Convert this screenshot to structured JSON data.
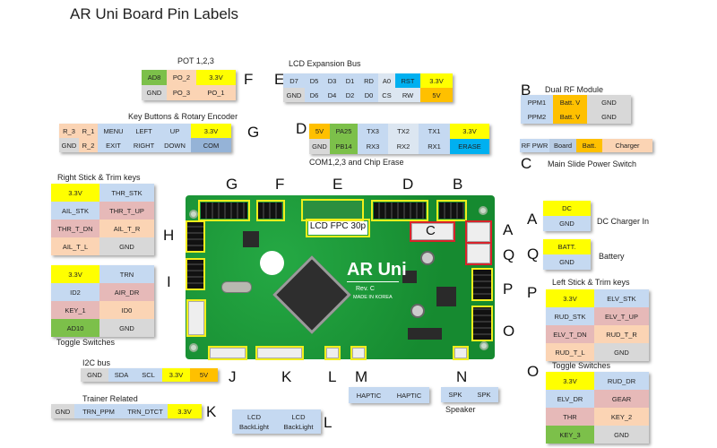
{
  "title": "AR Uni Board Pin Labels",
  "board": {
    "name": "AR Uni",
    "revision": "Rev.  C",
    "made_in": "MADE IN KOREA",
    "fpc_label": "LCD FPC 30p",
    "top_letters": [
      "G",
      "F",
      "E",
      "D",
      "B"
    ],
    "left_letters": [
      "H",
      "I"
    ],
    "right_letters": [
      "A",
      "Q",
      "P",
      "O"
    ],
    "bottom_letters": [
      "J",
      "K",
      "L",
      "M",
      "N"
    ],
    "inner_letter": "C"
  },
  "groups": {
    "F": {
      "letter": "F",
      "caption": "POT 1,2,3",
      "rows": [
        [
          {
            "t": "AD8",
            "c": "green"
          },
          {
            "t": "PO_2",
            "c": "peach"
          },
          {
            "t": "3.3V",
            "c": "yellow"
          }
        ],
        [
          {
            "t": "GND",
            "c": "gray"
          },
          {
            "t": "PO_3",
            "c": "peach"
          },
          {
            "t": "PO_1",
            "c": "peach"
          }
        ]
      ]
    },
    "E": {
      "letter": "E",
      "caption": "LCD Expansion Bus",
      "rows": [
        [
          {
            "t": "D7",
            "c": "blue"
          },
          {
            "t": "D5",
            "c": "blue"
          },
          {
            "t": "D3",
            "c": "blue"
          },
          {
            "t": "D1",
            "c": "blue"
          },
          {
            "t": "RD",
            "c": "blue"
          },
          {
            "t": "A0",
            "c": "lblue"
          },
          {
            "t": "RST",
            "c": "cyan"
          },
          {
            "t": "3.3V",
            "c": "yellow"
          }
        ],
        [
          {
            "t": "GND",
            "c": "gray"
          },
          {
            "t": "D6",
            "c": "blue"
          },
          {
            "t": "D4",
            "c": "blue"
          },
          {
            "t": "D2",
            "c": "blue"
          },
          {
            "t": "D0",
            "c": "blue"
          },
          {
            "t": "CS",
            "c": "lblue"
          },
          {
            "t": "RW",
            "c": "lblue"
          },
          {
            "t": "5V",
            "c": "orange"
          }
        ]
      ]
    },
    "B": {
      "letter": "B",
      "caption": "Dual RF Module",
      "rows": [
        [
          {
            "t": "PPM1",
            "c": "blue"
          },
          {
            "t": "Batt. V",
            "c": "orange"
          },
          {
            "t": "GND",
            "c": "gray"
          }
        ],
        [
          {
            "t": "PPM2",
            "c": "blue"
          },
          {
            "t": "Batt. V",
            "c": "orange"
          },
          {
            "t": "GND",
            "c": "gray"
          }
        ]
      ]
    },
    "G": {
      "letter": "G",
      "caption": "Key Buttons & Rotary Encoder",
      "rows": [
        [
          {
            "t": "R_3",
            "c": "peach"
          },
          {
            "t": "R_1",
            "c": "peach"
          },
          {
            "t": "MENU",
            "c": "blue"
          },
          {
            "t": "LEFT",
            "c": "blue"
          },
          {
            "t": "UP",
            "c": "blue"
          },
          {
            "t": "3.3V",
            "c": "yellow"
          }
        ],
        [
          {
            "t": "GND",
            "c": "gray"
          },
          {
            "t": "R_2",
            "c": "peach"
          },
          {
            "t": "EXIT",
            "c": "blue"
          },
          {
            "t": "RIGHT",
            "c": "blue"
          },
          {
            "t": "DOWN",
            "c": "blue"
          },
          {
            "t": "COM",
            "c": "mblue"
          }
        ]
      ]
    },
    "D": {
      "letter": "D",
      "caption": "COM1,2,3  and Chip Erase",
      "rows": [
        [
          {
            "t": "5V",
            "c": "orange"
          },
          {
            "t": "PA25",
            "c": "green"
          },
          {
            "t": "TX3",
            "c": "blue"
          },
          {
            "t": "TX2",
            "c": "lblue"
          },
          {
            "t": "TX1",
            "c": "blue"
          },
          {
            "t": "3.3V",
            "c": "yellow"
          }
        ],
        [
          {
            "t": "GND",
            "c": "gray"
          },
          {
            "t": "PB14",
            "c": "green"
          },
          {
            "t": "RX3",
            "c": "blue"
          },
          {
            "t": "RX2",
            "c": "lblue"
          },
          {
            "t": "RX1",
            "c": "blue"
          },
          {
            "t": "ERASE",
            "c": "cyan"
          }
        ]
      ]
    },
    "C": {
      "letter": "C",
      "caption": "Main Slide Power Switch",
      "rows": [
        [
          {
            "t": "RF PWR",
            "c": "blue"
          },
          {
            "t": "Board",
            "c": "sblue"
          },
          {
            "t": "Batt.",
            "c": "orange"
          },
          {
            "t": "Charger",
            "c": "peach"
          }
        ]
      ]
    },
    "H": {
      "letter": "H",
      "caption": "Right Stick & Trim keys",
      "rows": [
        [
          {
            "t": "3.3V",
            "c": "yellow"
          },
          {
            "t": "THR_STK",
            "c": "blue"
          }
        ],
        [
          {
            "t": "AIL_STK",
            "c": "blue"
          },
          {
            "t": "THR_T_UP",
            "c": "rose"
          }
        ],
        [
          {
            "t": "THR_T_DN",
            "c": "rose"
          },
          {
            "t": "AIL_T_R",
            "c": "peach"
          }
        ],
        [
          {
            "t": "AIL_T_L",
            "c": "peach"
          },
          {
            "t": "GND",
            "c": "gray"
          }
        ]
      ]
    },
    "I": {
      "letter": "I",
      "caption": "Toggle Switches",
      "rows": [
        [
          {
            "t": "3.3V",
            "c": "yellow"
          },
          {
            "t": "TRN",
            "c": "blue"
          }
        ],
        [
          {
            "t": "ID2",
            "c": "blue"
          },
          {
            "t": "AIR_DR",
            "c": "rose"
          }
        ],
        [
          {
            "t": "KEY_1",
            "c": "rose"
          },
          {
            "t": "ID0",
            "c": "peach"
          }
        ],
        [
          {
            "t": "AD10",
            "c": "green"
          },
          {
            "t": "GND",
            "c": "gray"
          }
        ]
      ]
    },
    "A": {
      "letter": "A",
      "caption": "DC Charger In",
      "rows": [
        [
          {
            "t": "DC",
            "c": "yellow"
          }
        ],
        [
          {
            "t": "GND",
            "c": "blue"
          }
        ]
      ]
    },
    "Q": {
      "letter": "Q",
      "caption": "Battery",
      "rows": [
        [
          {
            "t": "BATT.",
            "c": "yellow"
          }
        ],
        [
          {
            "t": "GND",
            "c": "blue"
          }
        ]
      ]
    },
    "P": {
      "letter": "P",
      "caption": "Left Stick & Trim keys",
      "rows": [
        [
          {
            "t": "3.3V",
            "c": "yellow"
          },
          {
            "t": "ELV_STK",
            "c": "blue"
          }
        ],
        [
          {
            "t": "RUD_STK",
            "c": "blue"
          },
          {
            "t": "ELV_T_UP",
            "c": "rose"
          }
        ],
        [
          {
            "t": "ELV_T_DN",
            "c": "rose"
          },
          {
            "t": "RUD_T_R",
            "c": "peach"
          }
        ],
        [
          {
            "t": "RUD_T_L",
            "c": "peach"
          },
          {
            "t": "GND",
            "c": "gray"
          }
        ]
      ]
    },
    "O": {
      "letter": "O",
      "caption": "Toggle Switches",
      "rows": [
        [
          {
            "t": "3.3V",
            "c": "yellow"
          },
          {
            "t": "RUD_DR",
            "c": "blue"
          }
        ],
        [
          {
            "t": "ELV_DR",
            "c": "blue"
          },
          {
            "t": "GEAR",
            "c": "rose"
          }
        ],
        [
          {
            "t": "THR",
            "c": "rose"
          },
          {
            "t": "KEY_2",
            "c": "peach"
          }
        ],
        [
          {
            "t": "KEY_3",
            "c": "green"
          },
          {
            "t": "GND",
            "c": "gray"
          }
        ]
      ]
    },
    "J": {
      "letter": "J",
      "caption": "I2C bus",
      "rows": [
        [
          {
            "t": "GND",
            "c": "gray"
          },
          {
            "t": "SDA",
            "c": "blue"
          },
          {
            "t": "SCL",
            "c": "blue"
          },
          {
            "t": "3.3V",
            "c": "yellow"
          },
          {
            "t": "5V",
            "c": "orange"
          }
        ]
      ]
    },
    "K": {
      "letter": "K",
      "caption": "Trainer Related",
      "rows": [
        [
          {
            "t": "GND",
            "c": "gray"
          },
          {
            "t": "TRN_PPM",
            "c": "blue"
          },
          {
            "t": "TRN_DTCT",
            "c": "blue"
          },
          {
            "t": "3.3V",
            "c": "yellow"
          }
        ]
      ]
    },
    "L": {
      "letter": "L",
      "caption": "",
      "rows": [
        [
          {
            "t": "LCD BackLight",
            "c": "blue"
          },
          {
            "t": "LCD BackLight",
            "c": "blue"
          }
        ]
      ]
    },
    "M": {
      "letter": "M",
      "caption": "",
      "rows": [
        [
          {
            "t": "HAPTIC",
            "c": "blue"
          },
          {
            "t": "HAPTIC",
            "c": "blue"
          }
        ]
      ]
    },
    "N": {
      "letter": "N",
      "caption": "Speaker",
      "rows": [
        [
          {
            "t": "SPK",
            "c": "blue"
          },
          {
            "t": "SPK",
            "c": "blue"
          }
        ]
      ]
    }
  }
}
